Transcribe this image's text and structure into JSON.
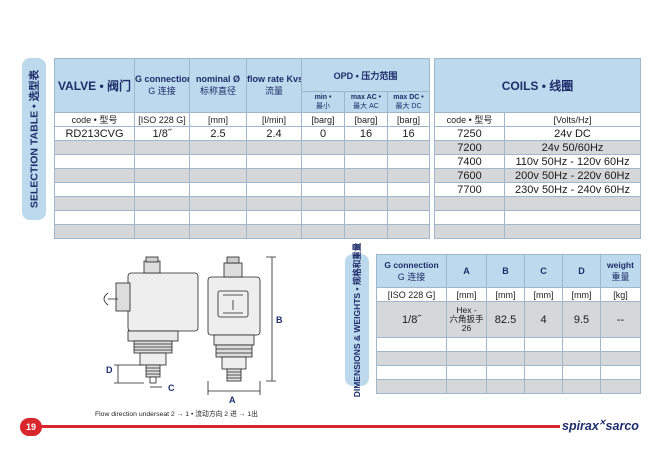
{
  "selection_tab": "SELECTION TABLE • 选型表",
  "dims_tab": "DIMENSIONS & WEIGHTS • 规格和重量",
  "valve": {
    "title": "VALVE • 阀门",
    "col_gconn": "G connection",
    "col_gconn_cn": "G 连接",
    "col_nominal": "nominal Ø",
    "col_nominal_cn": "标称直径",
    "col_flow": "flow rate Kvs",
    "col_flow_cn": "流量",
    "opd": "OPD • 压力范围",
    "opd_min": "min •",
    "opd_min_cn": "最小",
    "opd_maxac": "max AC •",
    "opd_maxac_cn": "最大 AC",
    "opd_maxdc": "max DC •",
    "opd_maxdc_cn": "最大 DC",
    "sub": [
      "code • 型号",
      "[ISO 228 G]",
      "[mm]",
      "[l/min]",
      "[barg]",
      "[barg]",
      "[barg]"
    ],
    "row": [
      "RD213CVG",
      "1/8˝",
      "2.5",
      "2.4",
      "0",
      "16",
      "16"
    ]
  },
  "coils": {
    "title": "COILS • 线圈",
    "sub": [
      "code • 型号",
      "[Volts/Hz]"
    ],
    "rows": [
      [
        "7250",
        "24v DC"
      ],
      [
        "7200",
        "24v 50/60Hz"
      ],
      [
        "7400",
        "110v 50Hz - 120v 60Hz"
      ],
      [
        "7600",
        "200v 50Hz - 220v 60Hz"
      ],
      [
        "7700",
        "230v 50Hz - 240v 60Hz"
      ]
    ]
  },
  "dims": {
    "col_gconn": "G connection",
    "col_gconn_cn": "G 连接",
    "col_a": "A",
    "col_b": "B",
    "col_c": "C",
    "col_d": "D",
    "col_weight": "weight",
    "col_weight_cn": "重量",
    "sub": [
      "[ISO 228 G]",
      "[mm]",
      "[mm]",
      "[mm]",
      "[mm]",
      "[kg]"
    ],
    "row": [
      "1/8˝",
      "Hex - 六角扳手 26",
      "82.5",
      "4",
      "9.5",
      "--"
    ],
    "hex_line1": "Hex -",
    "hex_line2": "六角扳手",
    "hex_line3": "26"
  },
  "drawing": {
    "label_a": "A",
    "label_b": "B",
    "label_c": "C",
    "label_d": "D"
  },
  "caption": "Flow direction underseat 2 → 1 • 流动方向 2 进 → 1出",
  "page_number": "19",
  "brand": "spirax",
  "brand2": "sarco",
  "colors": {
    "header_bg": "#bcd9ee",
    "grey_row": "#d6d7d9",
    "accent_red": "#d9262b",
    "navy": "#1d2d6b"
  }
}
